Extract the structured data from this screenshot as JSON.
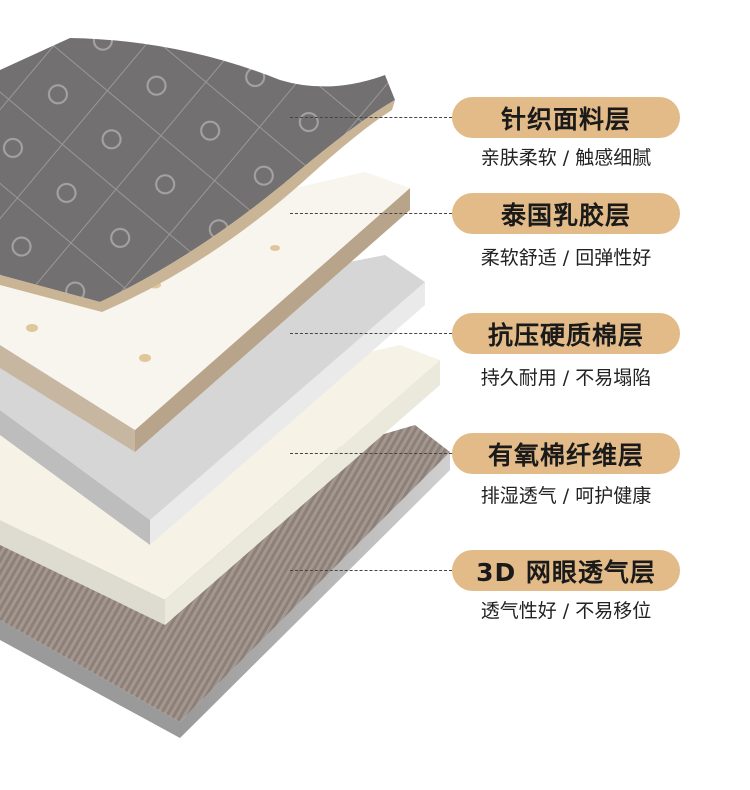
{
  "layers": [
    {
      "title": "针织面料层",
      "desc": "亲肤柔软 / 触感细腻"
    },
    {
      "title": "泰国乳胶层",
      "desc": "柔软舒适 / 回弹性好"
    },
    {
      "title": "抗压硬质棉层",
      "desc": "持久耐用 / 不易塌陷"
    },
    {
      "title": "有氧棉纤维层",
      "desc": "排湿透气 / 呵护健康"
    },
    {
      "title": "3D 网眼透气层",
      "desc": "透气性好 / 不易移位"
    }
  ],
  "colors": {
    "pill": "#e2bb88",
    "fabric": "#6e6a69",
    "latex": "#f7f4ec",
    "hard_cotton": "#d9d9d9",
    "fiber": "#f6f3e6",
    "mesh": "#8a7e77"
  }
}
